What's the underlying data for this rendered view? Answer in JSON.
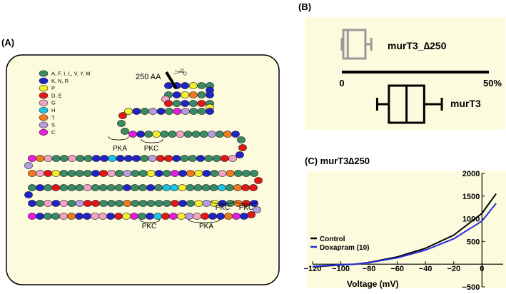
{
  "panel_a": {
    "label": "(A)",
    "truncation_label": "250 AA",
    "legend": [
      {
        "color": "#3a8a64",
        "text": "A, F, I, L, V, Y, M"
      },
      {
        "color": "#1f23c8",
        "text": "K, N, R"
      },
      {
        "color": "#f3ef2e",
        "text": "P"
      },
      {
        "color": "#e41616",
        "text": "D, E"
      },
      {
        "color": "#f2a3c3",
        "text": "G"
      },
      {
        "color": "#19c4e4",
        "text": "H"
      },
      {
        "color": "#f27a1d",
        "text": "T"
      },
      {
        "color": "#b79be0",
        "text": "S"
      },
      {
        "color": "#e81ce0",
        "text": "C"
      }
    ],
    "site_labels": [
      "PKA",
      "PKC",
      "PKC",
      "PKC",
      "PKC",
      "PKA"
    ]
  },
  "panel_b": {
    "label": "(B)",
    "axis_min_label": "0",
    "axis_max_label": "50%",
    "chart_data": {
      "type": "box",
      "axis_range": [
        0,
        50
      ],
      "series": [
        {
          "name": "murT3_∆250",
          "whisker_low": 0,
          "q1": 0.5,
          "median": 2,
          "q3": 8,
          "whisker_high": 10,
          "color": "#999999",
          "position": "above-axis"
        },
        {
          "name": "murT3",
          "whisker_low": 12,
          "q1": 16,
          "median": 22,
          "q3": 28,
          "whisker_high": 34,
          "color": "#000000",
          "position": "below-axis"
        }
      ]
    }
  },
  "panel_c": {
    "label": "(C) murT3∆250",
    "chart_data": {
      "type": "line",
      "xlabel": "Voltage (mV)",
      "xlim": [
        -120,
        15
      ],
      "ylim": [
        -500,
        2000
      ],
      "x_ticks": [
        -120,
        -100,
        -80,
        -60,
        -40,
        -20,
        0
      ],
      "y_ticks": [
        -500,
        500,
        1000,
        1500,
        2000
      ],
      "y_tick_labels": [
        "−500",
        "500",
        "1000",
        "1500",
        "2000"
      ],
      "x_tick_labels": [
        "−120",
        "−100",
        "−80",
        "−60",
        "−40",
        "−20",
        "0"
      ],
      "series": [
        {
          "name": "Control",
          "color": "#000000",
          "x": [
            -120,
            -100,
            -90,
            -80,
            -60,
            -40,
            -20,
            0,
            10
          ],
          "y": [
            -60,
            -15,
            0,
            40,
            160,
            350,
            640,
            1120,
            1550
          ]
        },
        {
          "name": "Doxapram (10)",
          "color": "#2430d8",
          "x": [
            -120,
            -100,
            -90,
            -80,
            -60,
            -40,
            -20,
            0,
            10
          ],
          "y": [
            -50,
            -10,
            0,
            35,
            140,
            310,
            560,
            950,
            1340
          ]
        }
      ]
    }
  }
}
